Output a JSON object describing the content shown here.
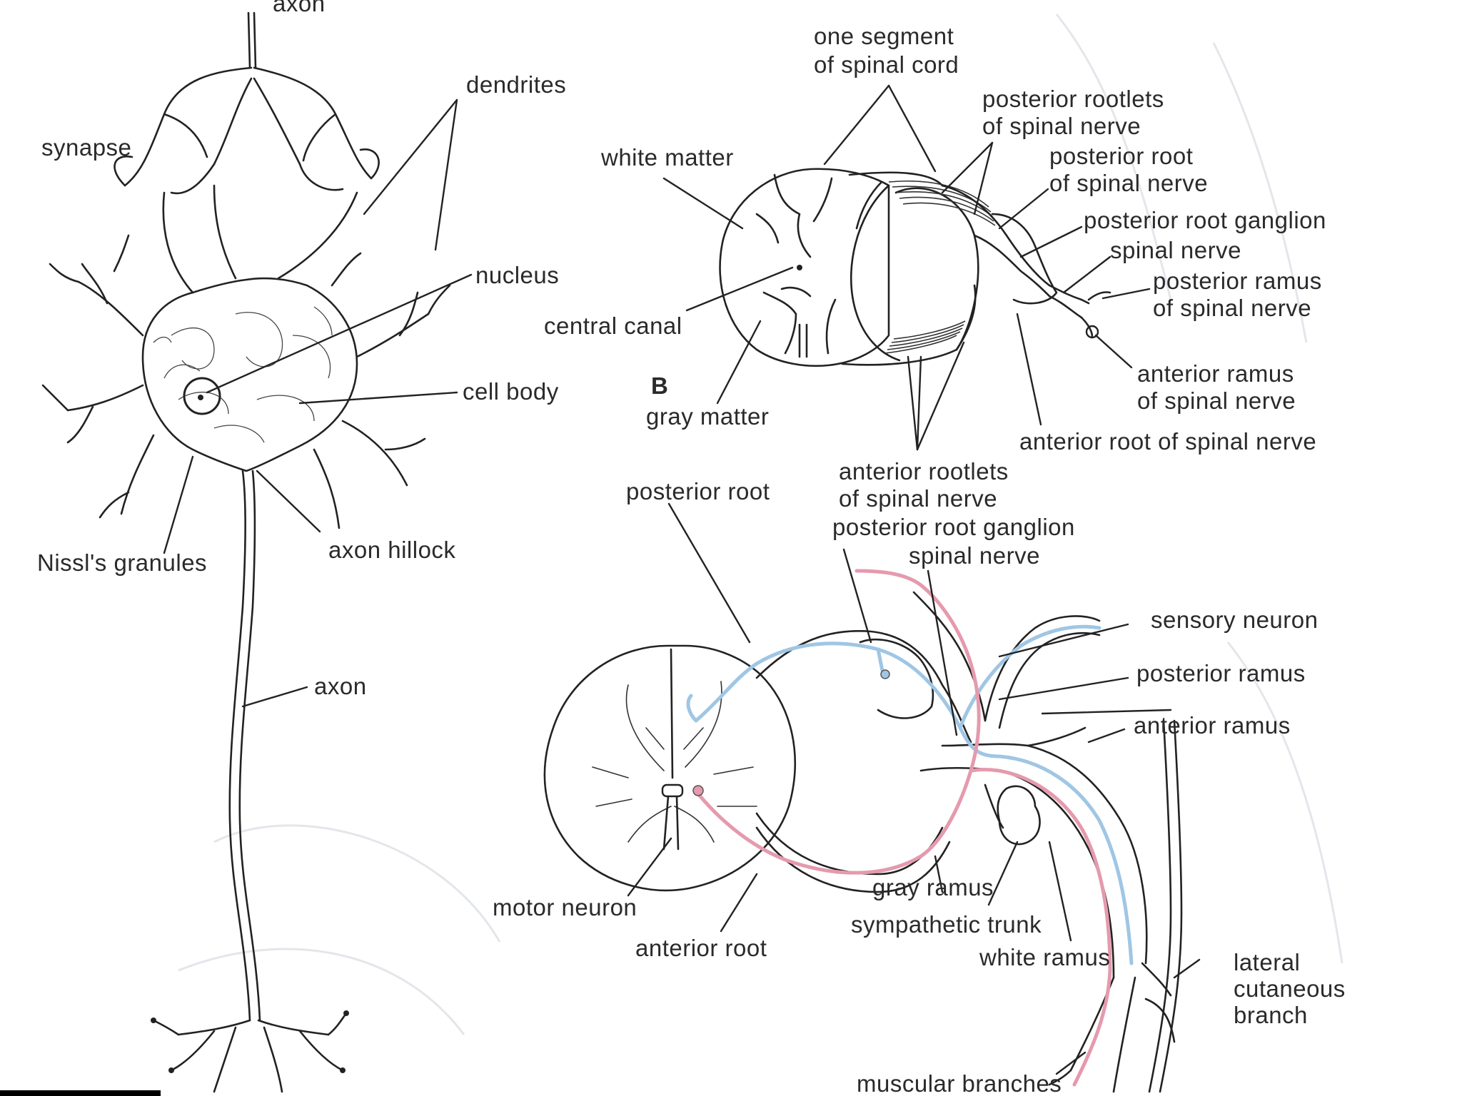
{
  "colors": {
    "ink": "#222222",
    "sensory_blue": "#9fc6e4",
    "motor_pink": "#e59aae",
    "background": "#ffffff",
    "faint_background": "#e3e6ea",
    "bottom_left_bar": "#000000"
  },
  "neuron": {
    "label_axon_top": "axon",
    "label_dendrites": "dendrites",
    "label_synapse": "synapse",
    "label_nucleus": "nucleus",
    "label_cell_body": "cell body",
    "label_nissls_granules": "Nissl's granules",
    "label_axon_hillock": "axon hillock",
    "label_axon": "axon"
  },
  "spinal_cord": {
    "panel_letter": "B",
    "label_one_segment_line1": "one segment",
    "label_one_segment_line2": "of spinal cord",
    "label_white_matter": "white matter",
    "label_central_canal": "central canal",
    "label_gray_matter": "gray matter",
    "label_posterior_rootlets_line1": "posterior rootlets",
    "label_posterior_rootlets_line2": "of spinal nerve",
    "label_posterior_root_line1": "posterior root",
    "label_posterior_root_line2": "of spinal nerve",
    "label_posterior_root_ganglion": "posterior root ganglion",
    "label_spinal_nerve": "spinal nerve",
    "label_posterior_ramus_line1": "posterior ramus",
    "label_posterior_ramus_line2": "of spinal nerve",
    "label_anterior_ramus_line1": "anterior ramus",
    "label_anterior_ramus_line2": "of spinal nerve",
    "label_anterior_root": "anterior root of spinal nerve",
    "label_anterior_rootlets_line1": "anterior rootlets",
    "label_anterior_rootlets_line2": "of spinal nerve"
  },
  "reflex": {
    "label_posterior_root": "posterior root",
    "label_posterior_root_ganglion": "posterior root ganglion",
    "label_spinal_nerve": "spinal nerve",
    "label_sensory_neuron": "sensory neuron",
    "label_posterior_ramus": "posterior ramus",
    "label_anterior_ramus": "anterior ramus",
    "label_motor_neuron": "motor neuron",
    "label_anterior_root": "anterior root",
    "label_gray_ramus": "gray ramus",
    "label_sympathetic_trunk": "sympathetic trunk",
    "label_white_ramus": "white ramus",
    "label_lateral_cutaneous_line1": "lateral",
    "label_lateral_cutaneous_line2": "cutaneous",
    "label_lateral_cutaneous_line3": "branch",
    "label_muscular_branches": "muscular branches"
  }
}
